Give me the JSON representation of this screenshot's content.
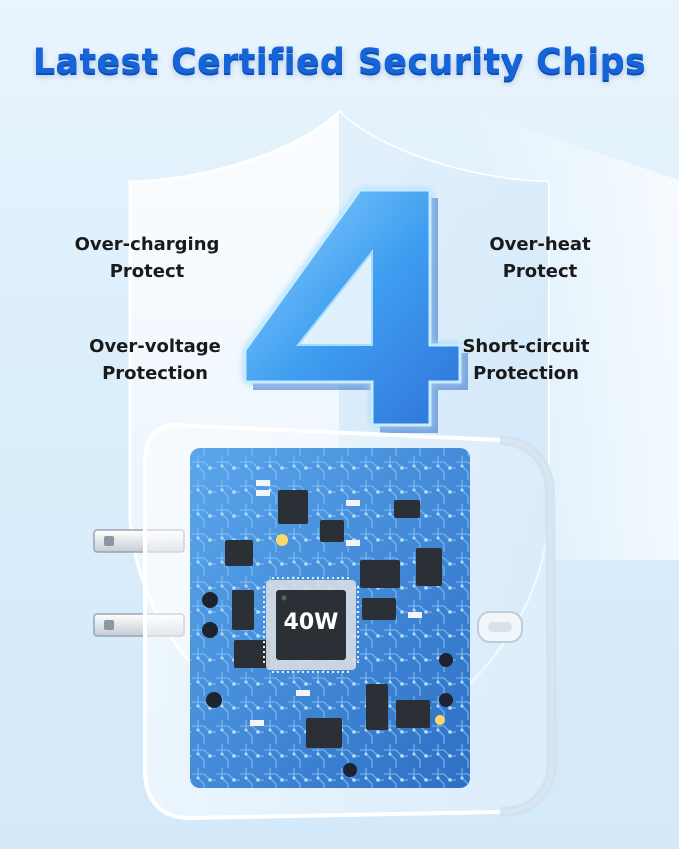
{
  "headline": "Latest Certified Security Chips",
  "features": {
    "top_left": {
      "line1": "Over-charging",
      "line2": "Protect"
    },
    "top_right": {
      "line1": "Over-heat",
      "line2": "Protect"
    },
    "bottom_left": {
      "line1": "Over-voltage",
      "line2": "Protection"
    },
    "bottom_right": {
      "line1": "Short-circuit",
      "line2": "Protection"
    }
  },
  "feature_count": "4",
  "chip_label": "40W",
  "colors": {
    "headline": "#1565d8",
    "shield": "#f4f9fe",
    "board": "#3f86d6",
    "four": "#4aa8ef"
  }
}
